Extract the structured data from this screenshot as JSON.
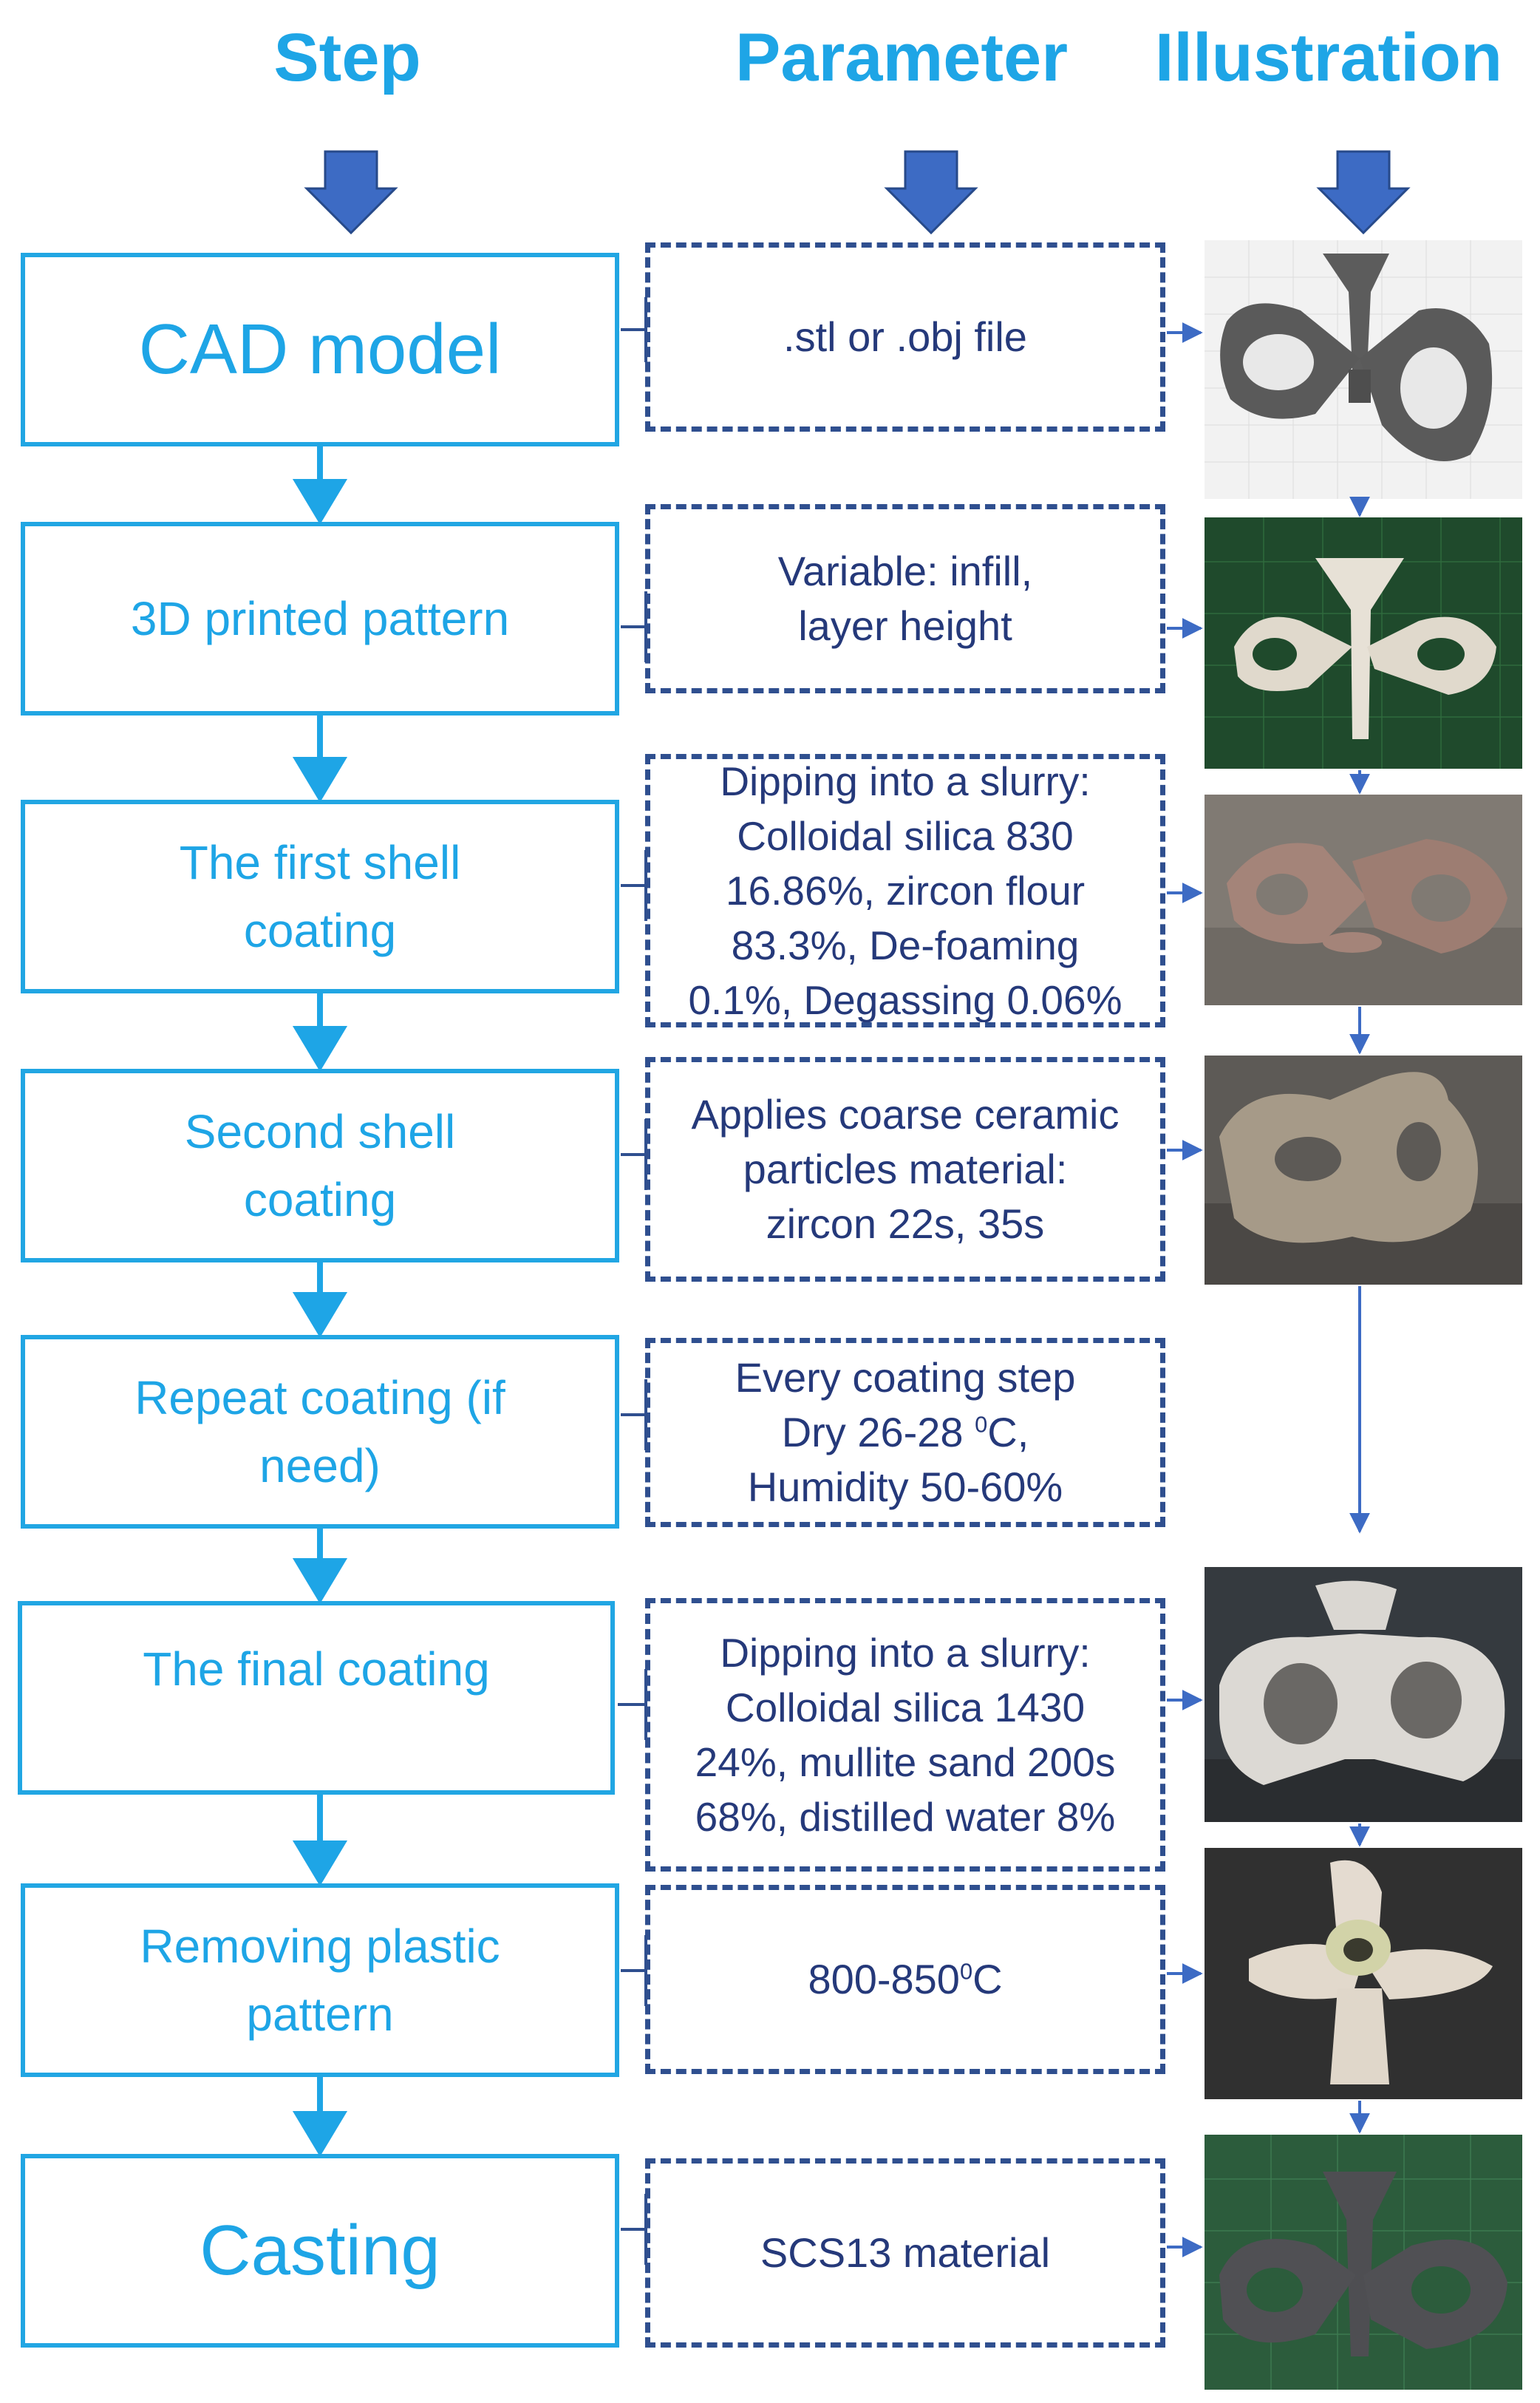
{
  "headers": {
    "step": "Step",
    "parameter": "Parameter",
    "illustration": "Illustration"
  },
  "steps": [
    "CAD model",
    "3D printed pattern",
    "The first shell\ncoating",
    "Second shell\ncoating",
    "Repeat coating (if\nneed)",
    "The final coating",
    "Removing plastic\npattern",
    "Casting"
  ],
  "parameters": [
    ".stl or .obj file",
    "Variable: infill,\nlayer height",
    "Dipping into a slurry:\nColloidal silica 830\n16.86%, zircon flour\n83.3%, De-foaming\n0.1%, Degassing 0.06%",
    "Applies coarse ceramic\nparticles material:\nzircon 22s, 35s",
    {
      "pre": "Every coating step\nDry 26-28 ",
      "sup": "0",
      "post": "C,\nHumidity  50-60%"
    },
    "Dipping into a slurry:\nColloidal silica 1430\n24%, mullite sand 200s\n68%, distilled water 8%",
    {
      "pre": "800-850",
      "sup": "0",
      "post": "C"
    },
    "SCS13 material"
  ],
  "illustrations": [
    "cad-render",
    "printed-pattern-photo",
    "first-shell-photo",
    "second-shell-photo",
    "final-coating-photo",
    "removed-pattern-photo",
    "casting-photo"
  ],
  "colors": {
    "step_blue": "#1ea5e6",
    "arrow_dark_blue": "#3d6bc4",
    "param_dash": "#2f4f8f",
    "param_text": "#25397a"
  }
}
